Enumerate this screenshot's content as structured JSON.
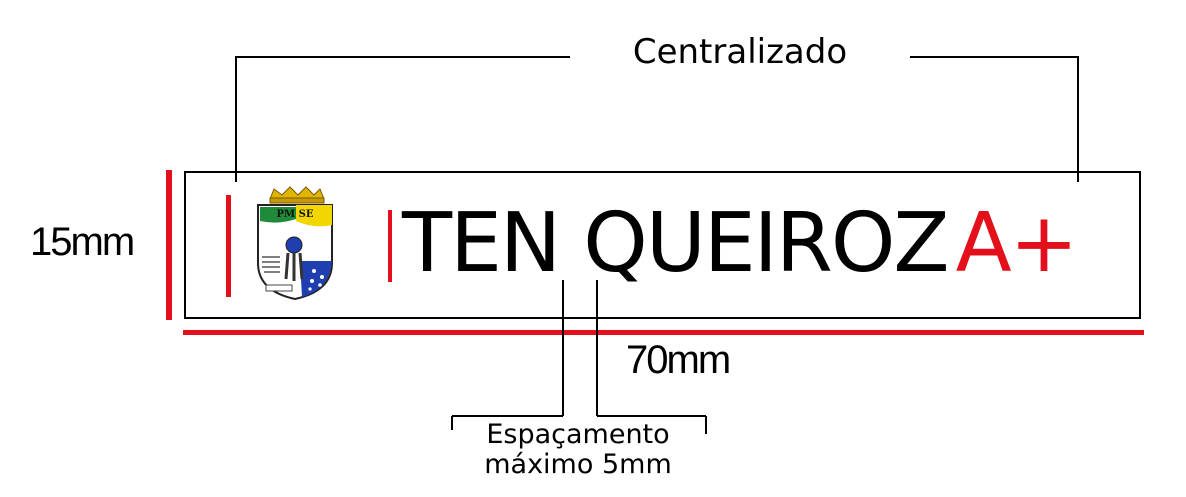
{
  "diagram": {
    "centered_label": "Centralizado",
    "height_label": "15mm",
    "width_label": "70mm",
    "plate": {
      "name": "TEN QUEIROZ",
      "blood_type": "A+",
      "emblem": {
        "icon": "pmse-coat-of-arms-icon",
        "text": "PM SE"
      }
    },
    "spacing_note": {
      "line1": "Espaçamento",
      "line2": "máximo 5mm"
    },
    "colors": {
      "accent_red": "#e3101b",
      "line_black": "#000000",
      "emblem_green": "#1f8a3a",
      "emblem_yellow": "#f2d600",
      "emblem_blue": "#1f3fb0"
    }
  }
}
